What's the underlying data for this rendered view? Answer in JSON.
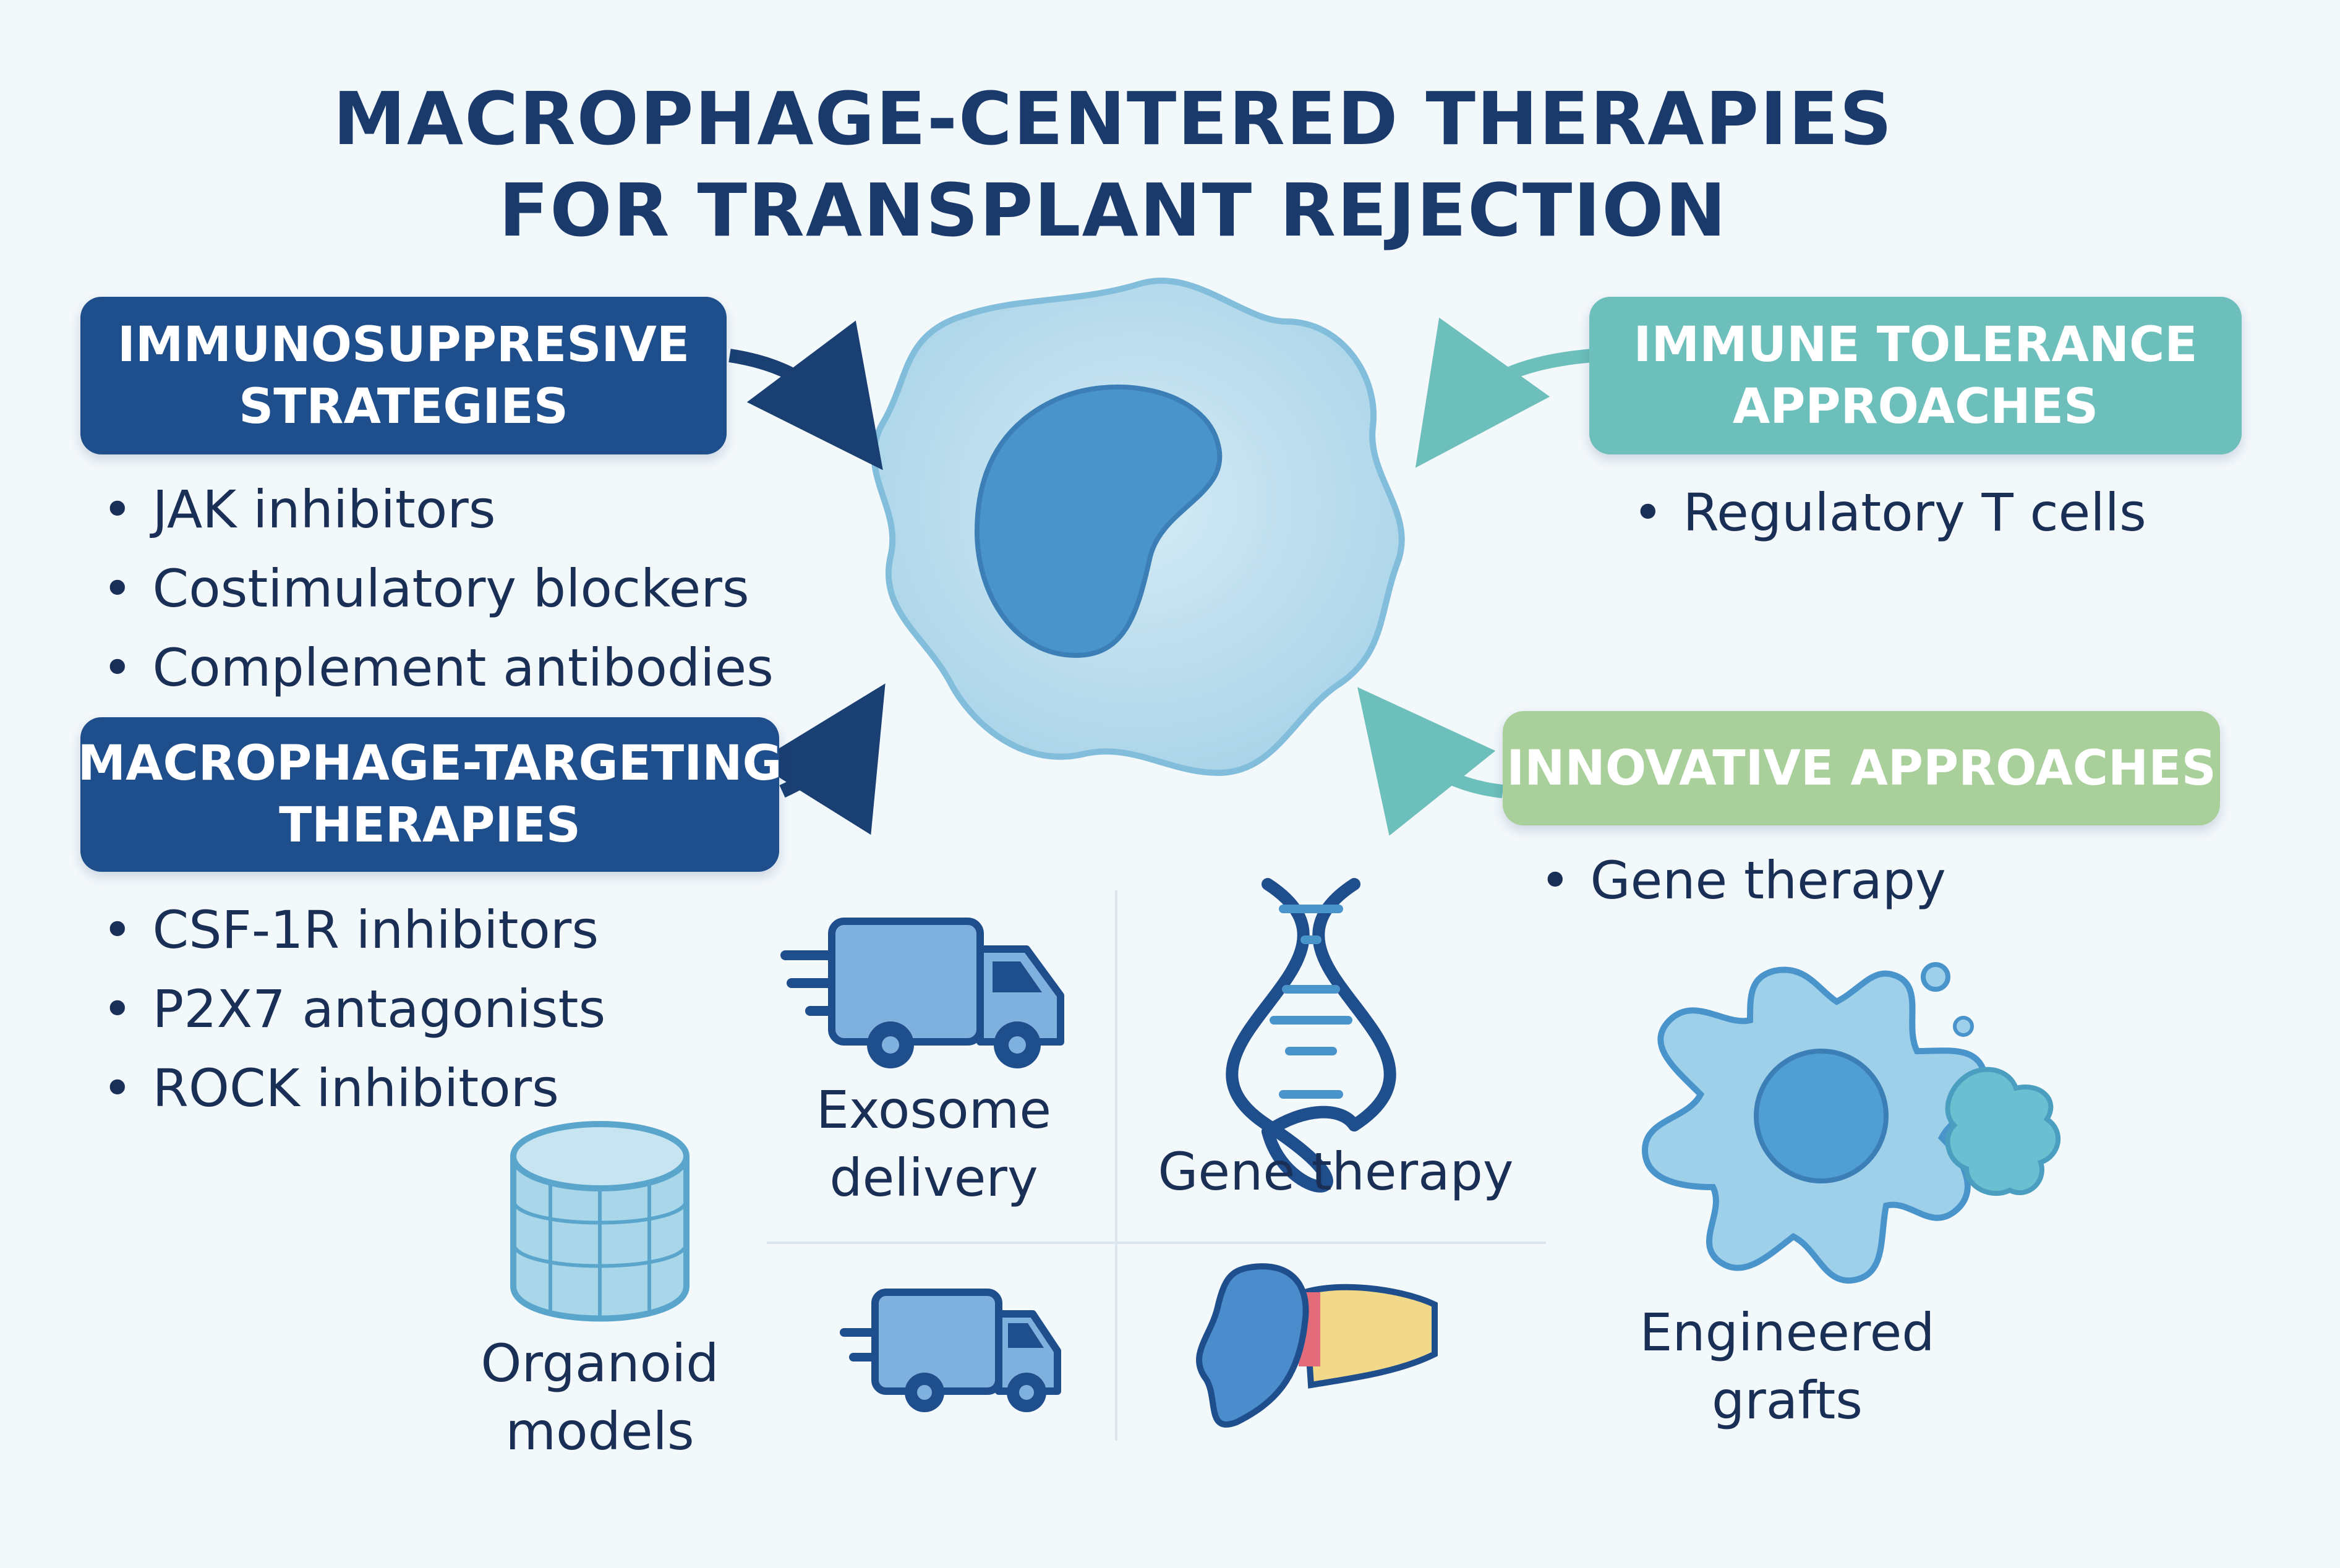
{
  "title": {
    "line1": "MACROPHAGE-CENTERED THERAPIES",
    "line2": "FOR TRANSPLANT REJECTION"
  },
  "immunosuppressive": {
    "heading_line1": "IMMUNOSUPPRESIVE",
    "heading_line2": "STRATEGIES",
    "items": [
      "JAK inhibitors",
      "Costimulatory blockers",
      "Complement antibodies"
    ]
  },
  "macrophage_targeting": {
    "heading_line1": "MACROPHAGE-TARGETING",
    "heading_line2": "THERAPIES",
    "items": [
      "CSF-1R inhibitors",
      "P2X7 antagonists",
      "ROCK inhibitors"
    ]
  },
  "immune_tolerance": {
    "heading_line1": "IMMUNE TOLERANCE",
    "heading_line2": "APPROACHES",
    "items": [
      "Regulatory T cells"
    ]
  },
  "innovative": {
    "heading": "INNOVATIVE APPROACHES",
    "items": [
      "Gene therapy"
    ]
  },
  "icons": {
    "exosome": {
      "icon": "truck-icon",
      "line1": "Exosome",
      "line2": "delivery"
    },
    "gene": {
      "icon": "dna-icon",
      "label": "Gene therapy"
    },
    "organoid": {
      "icon": "cylinder-icon",
      "line1": "Organoid",
      "line2": "models"
    },
    "engineered": {
      "icon": "macrophage-cell-icon",
      "line1": "Engineered",
      "line2": "grafts"
    }
  },
  "colors": {
    "navy": "#1f4e8c",
    "teal": "#6cbfbb",
    "green": "#a9cf9b",
    "cell_light": "#bfe0ee",
    "nucleus": "#4a94cc"
  }
}
